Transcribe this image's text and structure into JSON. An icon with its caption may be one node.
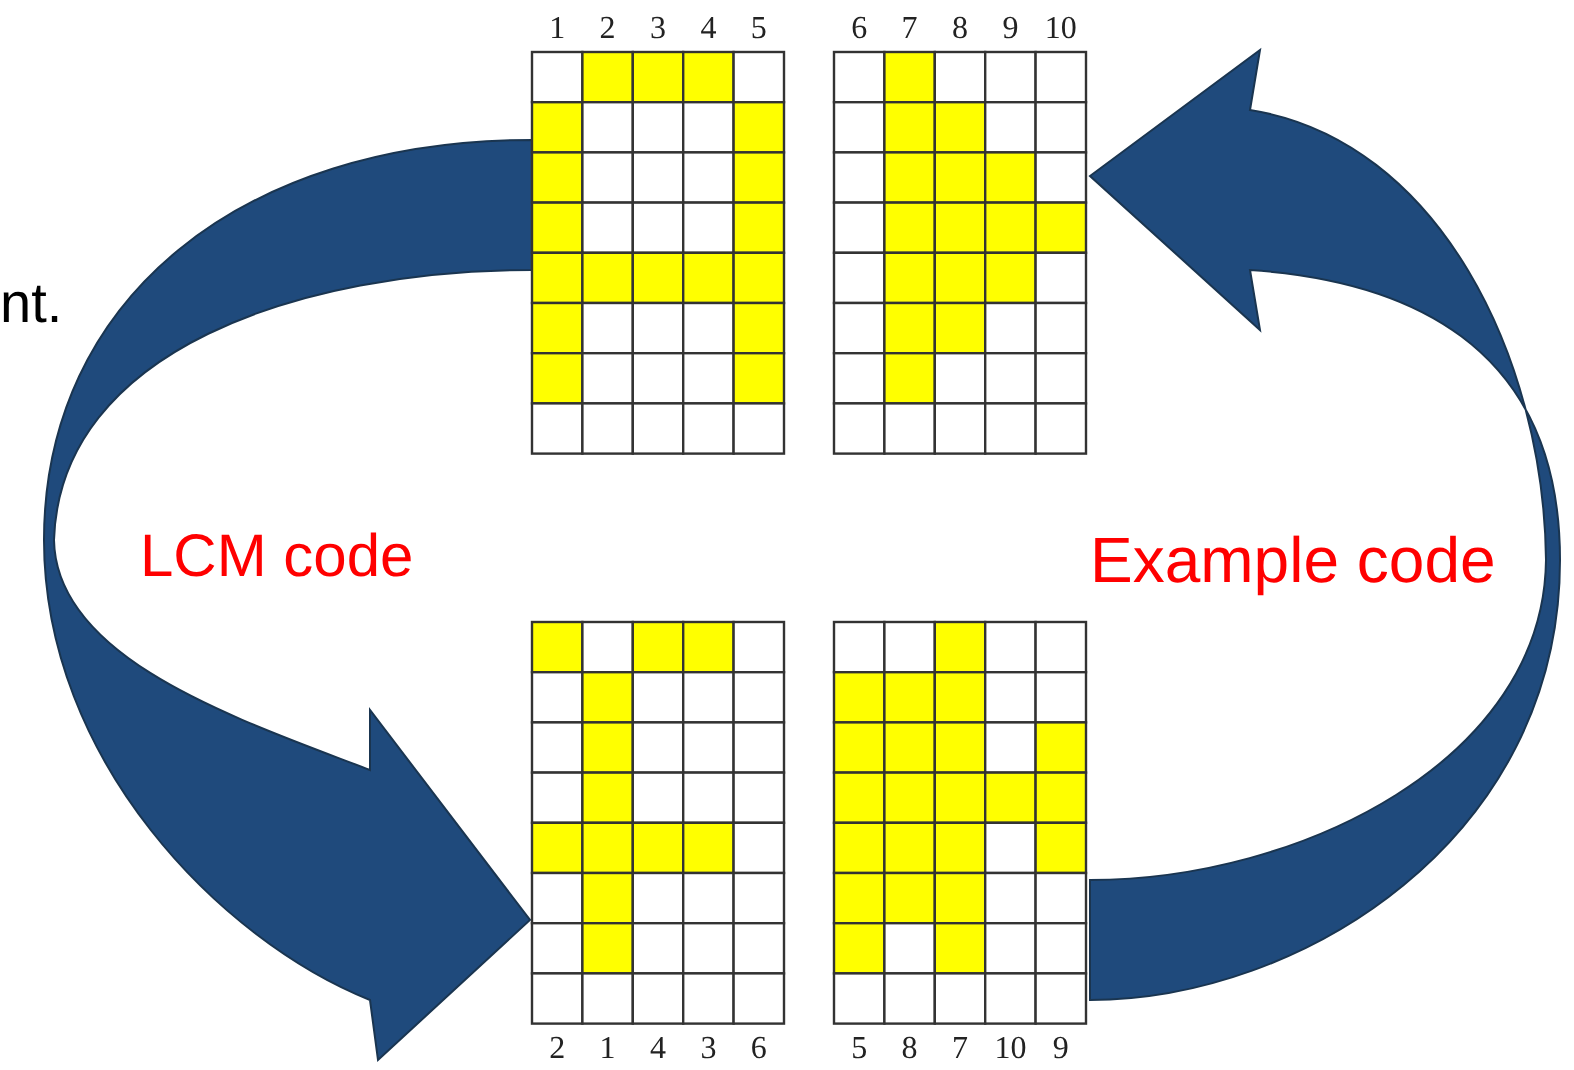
{
  "diagram": {
    "nodes": [
      {
        "text": [],
        "shape": "grid",
        "beside": [
          "1",
          "2",
          "3",
          "4",
          "5"
        ]
      },
      {
        "text": [],
        "shape": "grid",
        "beside": [
          "6",
          "7",
          "8",
          "9",
          "10"
        ]
      },
      {
        "text": [],
        "shape": "grid",
        "beside": [
          "2",
          "1",
          "4",
          "3",
          "6"
        ]
      },
      {
        "text": [],
        "shape": "grid",
        "beside": [
          "5",
          "8",
          "7",
          "10",
          "9"
        ]
      }
    ],
    "edges": [
      {
        "from": 0,
        "to": 2,
        "arrow": "to",
        "label": "LCM code"
      },
      {
        "from": 3,
        "to": 1,
        "arrow": "to",
        "label": "Example code"
      }
    ],
    "labels": [
      "nt."
    ]
  }
}
